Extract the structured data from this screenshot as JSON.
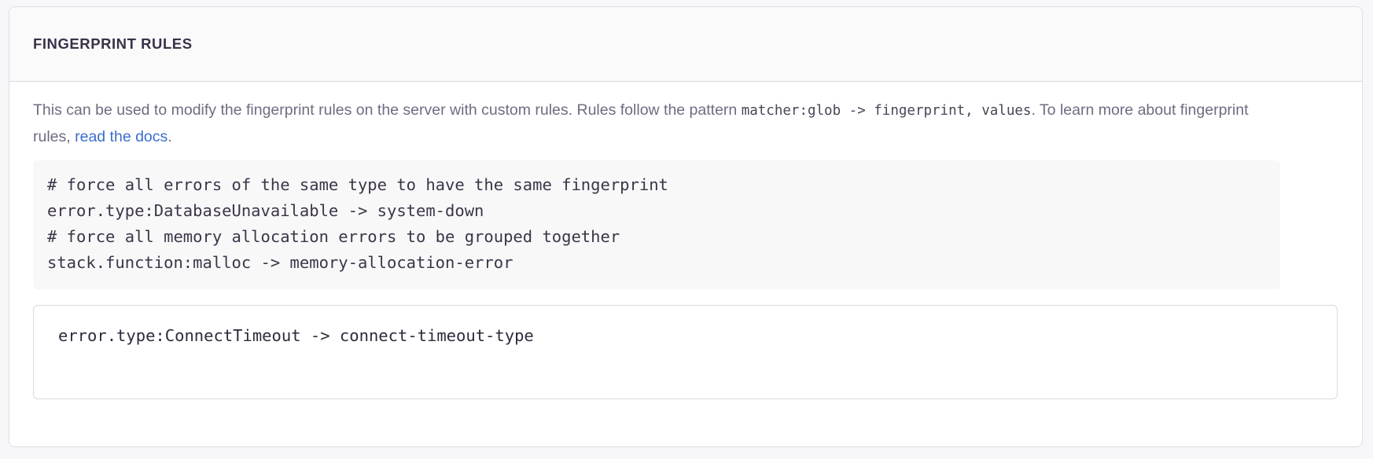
{
  "panel": {
    "title": "FINGERPRINT RULES"
  },
  "description": {
    "part1": "This can be used to modify the fingerprint rules on the server with custom rules. Rules follow the pattern ",
    "code1": "matcher:glob -> fingerprint, values",
    "part2": ". To learn more about fingerprint rules, ",
    "link_label": "read the docs",
    "part3": "."
  },
  "example_code": {
    "lines": [
      "# force all errors of the same type to have the same fingerprint",
      "error.type:DatabaseUnavailable -> system-down",
      "# force all memory allocation errors to be grouped together",
      "stack.function:malloc -> memory-allocation-error"
    ],
    "text": "# force all errors of the same type to have the same fingerprint\nerror.type:DatabaseUnavailable -> system-down\n# force all memory allocation errors to be grouped together\nstack.function:malloc -> memory-allocation-error"
  },
  "rules_input": {
    "value": "error.type:ConnectTimeout -> connect-timeout-type",
    "placeholder": ""
  },
  "colors": {
    "page_background": "#f7f7f9",
    "panel_background": "#ffffff",
    "header_background": "#fafafb",
    "border": "#dedde4",
    "title_text": "#3a3247",
    "body_text": "#6f6c81",
    "code_text": "#3c3548",
    "link": "#3b6ecc",
    "code_block_background": "#f8f8f9"
  }
}
